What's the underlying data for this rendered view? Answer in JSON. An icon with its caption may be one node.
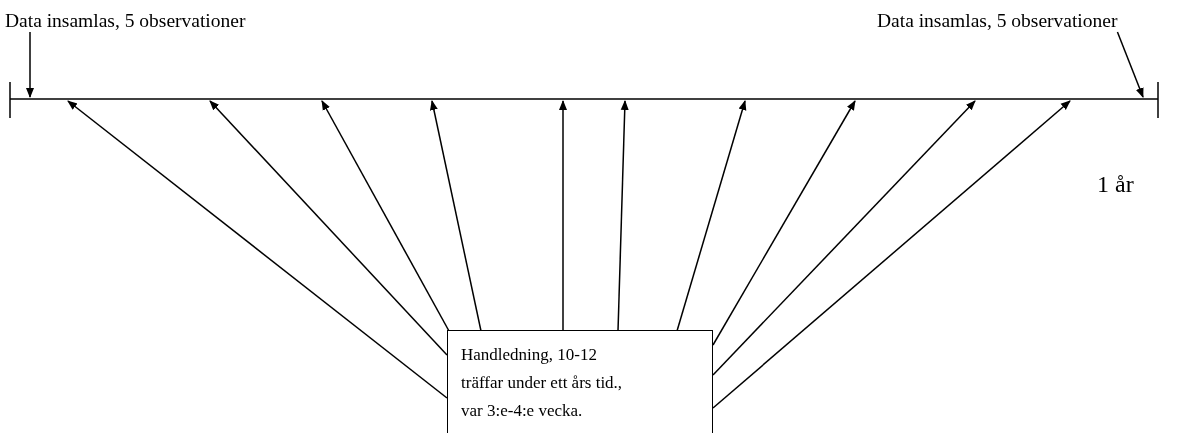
{
  "diagram": {
    "nodes": [
      {
        "text": [
          "Data insamlas, 5 observationer"
        ]
      },
      {
        "text": [
          "Data insamlas, 5 observationer"
        ]
      },
      {
        "text": [
          "Handledning, 10-12 träffar under ett års tid., var 3:e-4:e vecka."
        ]
      }
    ],
    "edges": [
      {
        "from": 0,
        "to": null,
        "arrow": "to"
      },
      {
        "from": 1,
        "to": null,
        "arrow": "to"
      },
      {
        "from": 2,
        "to": null,
        "arrow": "to"
      },
      {
        "from": 2,
        "to": null,
        "arrow": "to"
      },
      {
        "from": 2,
        "to": null,
        "arrow": "to"
      },
      {
        "from": 2,
        "to": null,
        "arrow": "to"
      },
      {
        "from": 2,
        "to": null,
        "arrow": "to"
      },
      {
        "from": 2,
        "to": null,
        "arrow": "to"
      },
      {
        "from": 2,
        "to": null,
        "arrow": "to"
      },
      {
        "from": 2,
        "to": null,
        "arrow": "to"
      },
      {
        "from": 2,
        "to": null,
        "arrow": "to"
      },
      {
        "from": 2,
        "to": null,
        "arrow": "to"
      }
    ],
    "labels": [
      "1 år"
    ]
  }
}
